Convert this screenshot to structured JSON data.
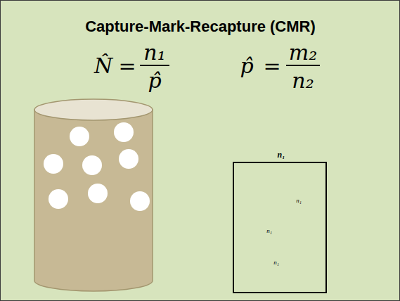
{
  "diagram": {
    "title": "Capture-Mark-Recapture (CMR)",
    "nodes": [
      {
        "text": [
          "n₁",
          "n₁",
          "n₁",
          "n₁"
        ]
      }
    ],
    "labels": [
      "N̂",
      "=",
      "n₁",
      "p̂",
      "p̂",
      "=",
      "m₂",
      "n₂"
    ]
  }
}
